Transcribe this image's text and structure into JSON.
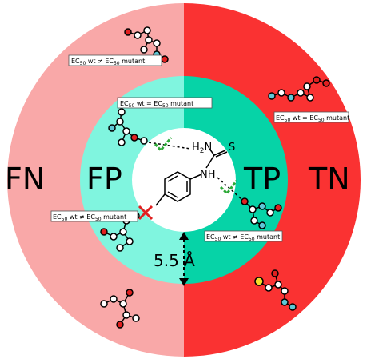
{
  "regions": {
    "fn": "FN",
    "fp": "FP",
    "tp": "TP",
    "tn": "TN"
  },
  "distance_label": "5.5 Å",
  "ec_labels": {
    "upper_left_outer": {
      "pre": "EC",
      "sub": "50",
      "mid": " wt ≠ EC",
      "sub2": "50",
      "post": " mutant"
    },
    "upper_right_outer": {
      "pre": "EC",
      "sub": "50",
      "mid": " wt = EC",
      "sub2": "50",
      "post": " mutant"
    },
    "upper_left_inner": {
      "pre": "EC",
      "sub": "50",
      "mid": " wt = EC",
      "sub2": "50",
      "post": " mutant"
    },
    "lower_left_inner": {
      "pre": "EC",
      "sub": "50",
      "mid": " wt ≠ EC",
      "sub2": "50",
      "post": " mutant"
    },
    "lower_right_inner": {
      "pre": "EC",
      "sub": "50",
      "mid": " wt ≠ EC",
      "sub2": "50",
      "post": " mutant"
    }
  },
  "molecule_atoms": {
    "amine_h": "H",
    "amine_sub": "2",
    "amine_n": "N",
    "sulfur": "S",
    "nh": "NH"
  },
  "colors": {
    "fn_fill": "#f9a8a8",
    "tn_fill": "#fa3232",
    "fp_fill": "#80f5df",
    "tp_fill": "#06d3a7",
    "check": "#2ca836",
    "cross": "#e02020"
  }
}
